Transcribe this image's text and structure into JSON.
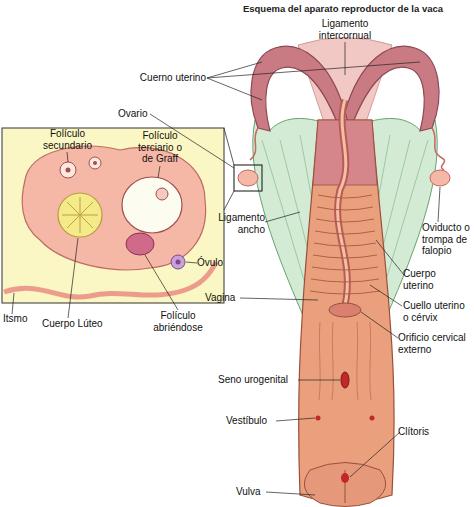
{
  "diagram": {
    "title": "Esquema del aparato reproductor de la vaca",
    "labels": [
      "Ligamento intercornual",
      "Cuerno uterino",
      "Ovario",
      "Folículo secundario",
      "Folículo terciario o de Graff",
      "Ligamento ancho",
      "Óvulo",
      "Itsmo",
      "Cuerpo Lúteo",
      "Folículo abriéndose",
      "Oviducto o trompa de falopio",
      "Cuerpo uterino",
      "Vagina",
      "Cuello uterino o cérvix",
      "Orificio cervical externo",
      "Seno urogenital",
      "Vestíbulo",
      "Clítoris",
      "Vulva"
    ]
  }
}
